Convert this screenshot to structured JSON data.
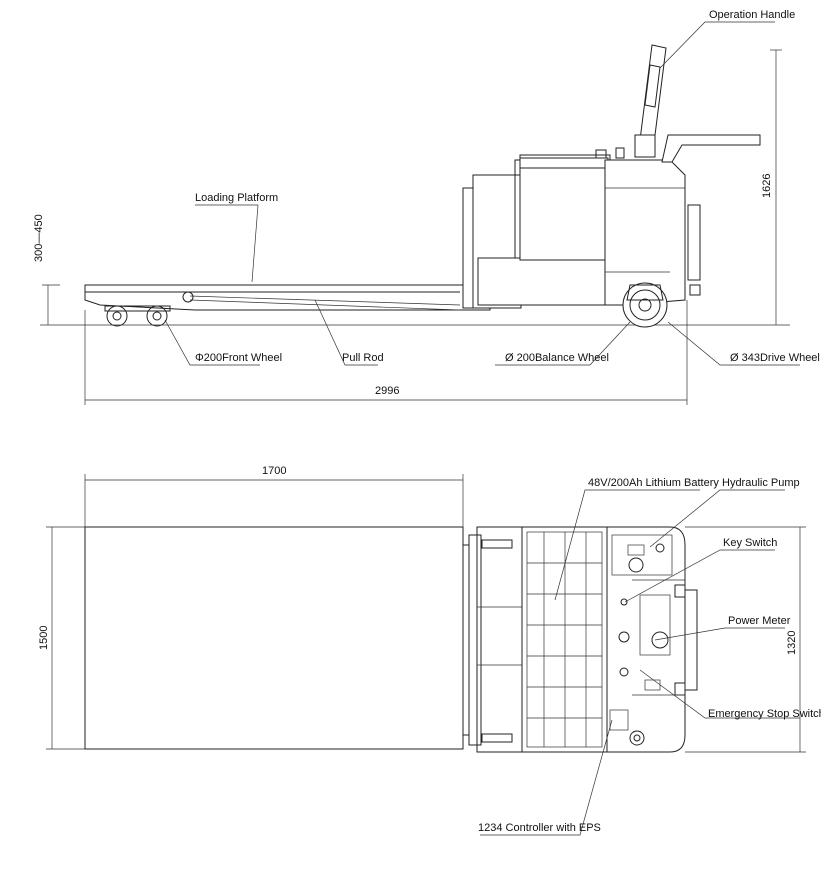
{
  "side_view": {
    "labels": {
      "operation_handle": "Operation Handle",
      "loading_platform": "Loading Platform",
      "front_wheel": "Φ200Front Wheel",
      "pull_rod": "Pull Rod",
      "balance_wheel": "Ø 200Balance Wheel",
      "drive_wheel": "Ø 343Drive Wheel"
    },
    "dimensions": {
      "height": "1626",
      "platform_height": "300—450",
      "length": "2996"
    }
  },
  "top_view": {
    "labels": {
      "battery": "48V/200Ah Lithium Battery",
      "hydraulic_pump": "Hydraulic Pump",
      "key_switch": "Key Switch",
      "power_meter": "Power Meter",
      "emergency_stop": "Emergency Stop Switch",
      "controller": "1234 Controller with EPS"
    },
    "dimensions": {
      "platform_length": "1700",
      "platform_width": "1500",
      "body_width": "1320"
    }
  }
}
